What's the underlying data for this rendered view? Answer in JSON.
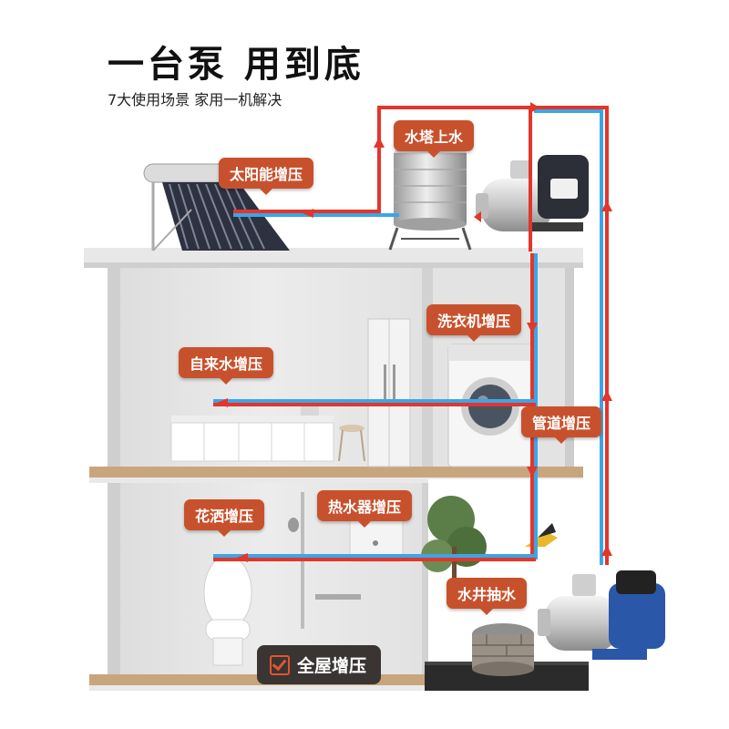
{
  "title": "一台泵 用到底",
  "subtitle": "7大使用场景 家用一机解决",
  "callouts": {
    "water_tower": "水塔上水",
    "solar": "太阳能增压",
    "washer": "洗衣机增压",
    "tap_water": "自来水增压",
    "pipeline": "管道增压",
    "shower": "花洒增压",
    "heater": "热水器增压",
    "well": "水井抽水"
  },
  "badge": {
    "label": "全屋增压",
    "icon": "checkbox-icon"
  },
  "colors": {
    "callout_bg": "#c8512d",
    "pipe_red": "#e2362b",
    "pipe_blue": "#3aa6e8",
    "floor_wood": "#c9a57e",
    "badge_bg": "#3a3533"
  }
}
